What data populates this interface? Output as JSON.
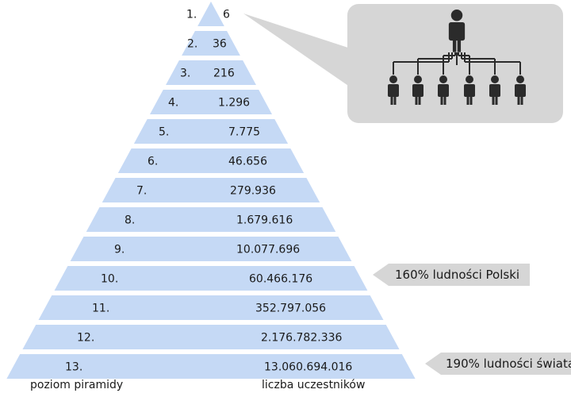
{
  "pyramid": {
    "levels": [
      {
        "label": "1.",
        "value": "6"
      },
      {
        "label": "2.",
        "value": "36"
      },
      {
        "label": "3.",
        "value": "216"
      },
      {
        "label": "4.",
        "value": "1.296"
      },
      {
        "label": "5.",
        "value": "7.775"
      },
      {
        "label": "6.",
        "value": "46.656"
      },
      {
        "label": "7.",
        "value": "279.936"
      },
      {
        "label": "8.",
        "value": "1.679.616"
      },
      {
        "label": "9.",
        "value": "10.077.696"
      },
      {
        "label": "10.",
        "value": "60.466.176"
      },
      {
        "label": "11.",
        "value": "352.797.056"
      },
      {
        "label": "12.",
        "value": "2.176.782.336"
      },
      {
        "label": "13.",
        "value": "13.060.694.016"
      }
    ]
  },
  "callouts": [
    {
      "text": "160% ludności Polski",
      "level": "10."
    },
    {
      "text": "190% ludności świata",
      "level": "13."
    }
  ],
  "footer": {
    "left_label": "poziom piramidy",
    "right_label": "liczba uczestników"
  },
  "org_chart": {
    "icon": "person-icon",
    "top_count": 1,
    "bottom_count": 6
  },
  "colors": {
    "band_fill": "#c5d9f5",
    "callout_gray": "#d6d6d6",
    "person_fill": "#2b2b2b"
  }
}
